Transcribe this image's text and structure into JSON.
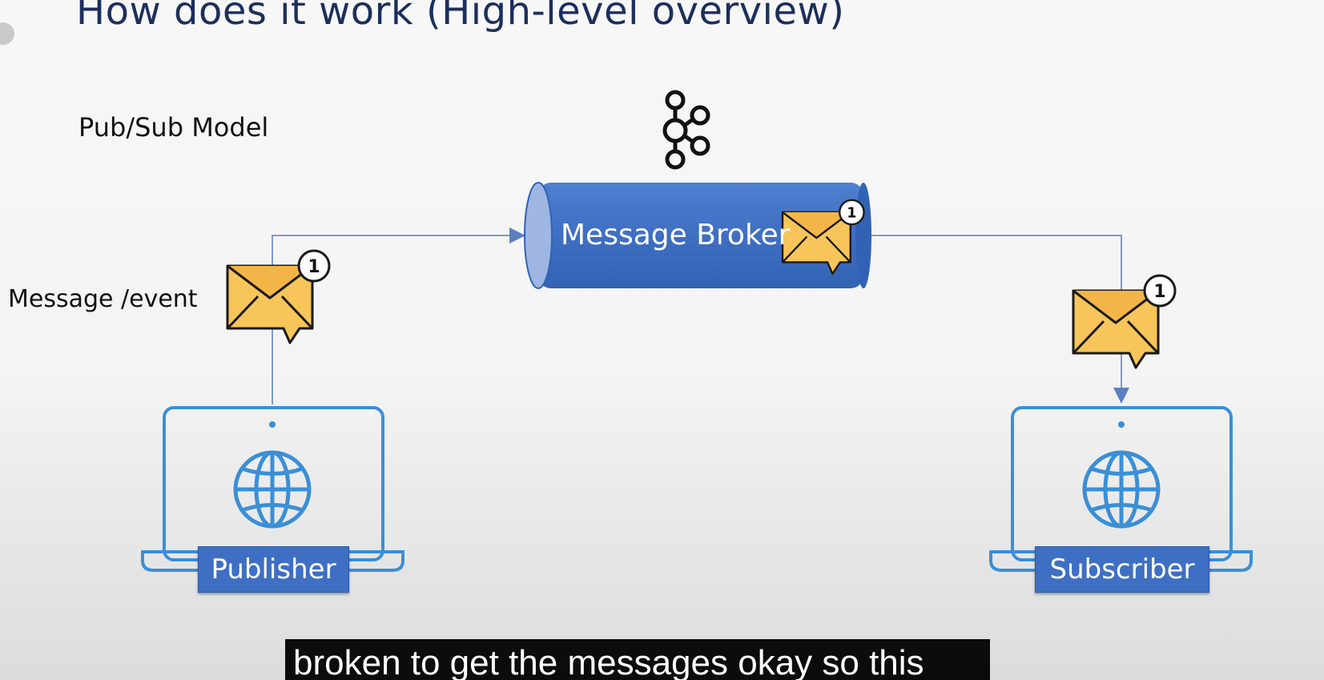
{
  "slide": {
    "title": "How does it work (High-level overview)",
    "subtitle": "Pub/Sub Model",
    "message_label": "Message /event"
  },
  "diagram": {
    "broker_label": "Message Broker",
    "publisher_label": "Publisher",
    "subscriber_label": "Subscriber",
    "badge_count": "1",
    "icons": [
      "kafka-logo",
      "envelope-chat-icon",
      "globe-icon",
      "laptop-icon"
    ]
  },
  "caption": {
    "text": "broken to get the messages okay so this"
  },
  "colors": {
    "title": "#1c2f5c",
    "broker_fill": "#3f6fc2",
    "laptop_stroke": "#3a8fd6",
    "envelope_fill": "#f7c55a",
    "arrow": "#5b80c0"
  }
}
